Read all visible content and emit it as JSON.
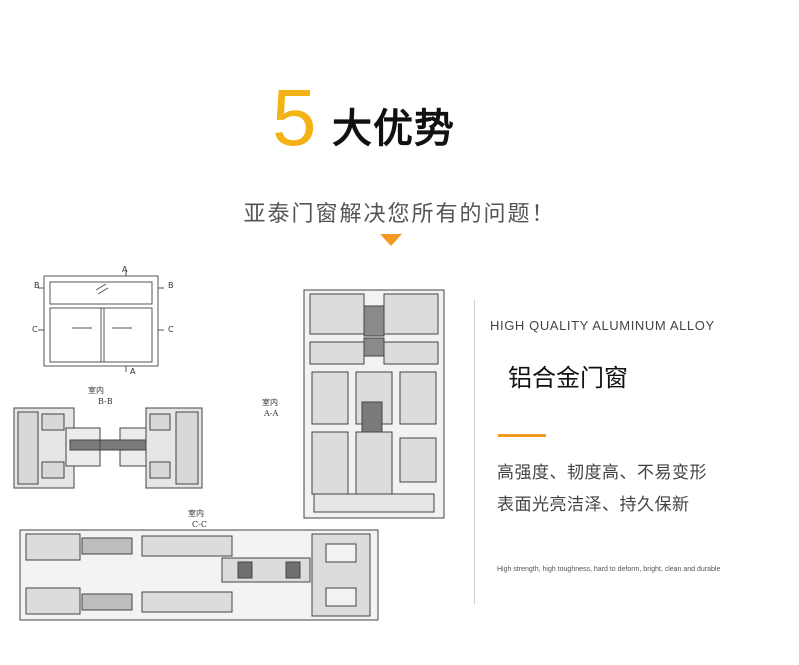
{
  "hero": {
    "number": "5",
    "title": "大优势",
    "subtitle": "亚泰门窗解决您所有的问题！"
  },
  "drawing": {
    "labels": {
      "a": "A",
      "b": "B",
      "c": "C",
      "indoor": "室内",
      "bb": "B-B",
      "aa": "A-A",
      "cc": "C-C"
    }
  },
  "info": {
    "english_title": "HIGH QUALITY ALUMINUM ALLOY",
    "chinese_title": "铝合金门窗",
    "feature_line_1": "高强度、韧度高、不易变形",
    "feature_line_2": "表面光亮洁泽、持久保新",
    "english_desc": "High strength, high toughness, hard to deform, bright, clean and durable"
  },
  "colors": {
    "accent_yellow": "#f4b314",
    "accent_orange": "#f39a22"
  }
}
